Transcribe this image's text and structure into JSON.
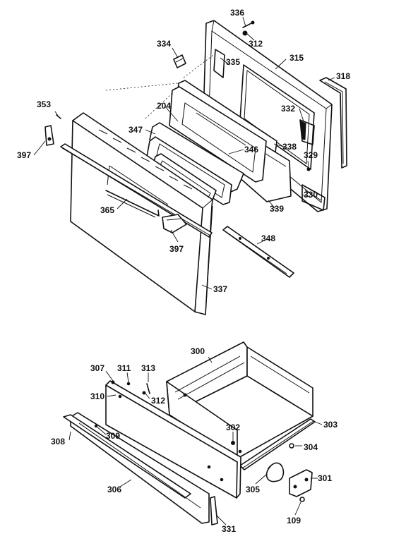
{
  "diagram": {
    "upper_assembly": {
      "labels": {
        "p336": "336",
        "p312a": "312",
        "p334": "334",
        "p335": "335",
        "p315": "315",
        "p318": "318",
        "p204": "204",
        "p332": "332",
        "p353": "353",
        "p347": "347",
        "p346": "346",
        "p338": "338",
        "p329": "329",
        "p397a": "397",
        "p330": "330",
        "p339": "339",
        "p365": "365",
        "p348": "348",
        "p397b": "397",
        "p337": "337"
      }
    },
    "lower_assembly": {
      "labels": {
        "p300": "300",
        "p307": "307",
        "p311": "311",
        "p313": "313",
        "p310": "310",
        "p312b": "312",
        "p302": "302",
        "p303": "303",
        "p308": "308",
        "p309": "309",
        "p304": "304",
        "p305": "305",
        "p301": "301",
        "p306": "306",
        "p109": "109",
        "p331": "331"
      }
    }
  }
}
